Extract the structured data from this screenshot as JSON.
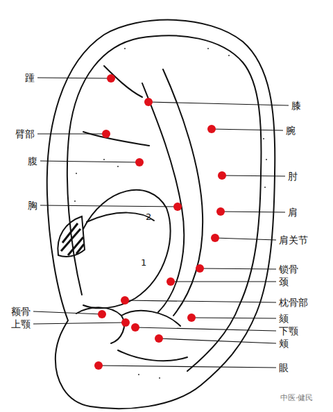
{
  "diagram": {
    "labels": [
      "踵",
      "臂部",
      "腹",
      "胸",
      "额骨",
      "上颚",
      "膝",
      "腕",
      "肘",
      "肩",
      "肩关节",
      "锁骨",
      "颈",
      "枕骨部",
      "颏",
      "下颚",
      "颊",
      "眼",
      "2",
      "1",
      "中医·健民"
    ]
  }
}
